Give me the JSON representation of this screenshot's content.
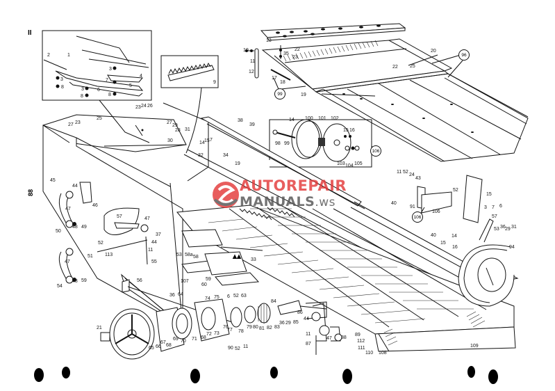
{
  "document": {
    "type": "exploded parts diagram",
    "side_marks": {
      "top_left": "II",
      "left_margin": "88"
    }
  },
  "watermark": {
    "line1": "AUTOREPAIR",
    "line2": "MANUALS",
    "suffix": ".ws",
    "colors": {
      "primary": "#e33a3a",
      "secondary": "#555555"
    }
  },
  "insets": [
    {
      "id": "inset-knife",
      "labels": [
        "1",
        "2",
        "3",
        "3",
        "3",
        "4",
        "5",
        "6",
        "7",
        "8",
        "8",
        "8"
      ]
    },
    {
      "id": "inset-comb",
      "labels": [
        "9"
      ]
    },
    {
      "id": "inset-hub",
      "labels": [
        "14",
        "100",
        "101",
        "102",
        "15",
        "16",
        "98",
        "99",
        "103",
        "104",
        "105"
      ],
      "circled": "106"
    }
  ],
  "callouts": {
    "circled": [
      "96",
      "99",
      "106",
      "106"
    ],
    "top_sieve": [
      "13",
      "22",
      "35",
      "23",
      "10",
      "11",
      "12",
      "17",
      "18",
      "19",
      "20",
      "22",
      "25"
    ],
    "left_chute": [
      "23",
      "24",
      "26",
      "27",
      "23",
      "25",
      "27",
      "29",
      "28",
      "30",
      "31",
      "45"
    ],
    "rails": [
      "38",
      "39",
      "14",
      "15",
      "7",
      "34",
      "32",
      "19"
    ],
    "left_brackets": [
      "44",
      "46",
      "47",
      "48",
      "49",
      "50",
      "47",
      "48",
      "59",
      "54",
      "57",
      "47",
      "37",
      "44",
      "52",
      "51",
      "113",
      "11",
      "55",
      "56"
    ],
    "center_parts": [
      "53",
      "58a",
      "58",
      "107",
      "59",
      "60",
      "33",
      "6",
      "52",
      "63"
    ],
    "right_bracket": [
      "11",
      "52",
      "24",
      "43",
      "52",
      "15",
      "3",
      "7",
      "6",
      "91",
      "106",
      "40",
      "40",
      "14",
      "15",
      "16",
      "57",
      "36",
      "29",
      "31",
      "53",
      "94"
    ],
    "drive_train": [
      "21",
      "36",
      "64",
      "74",
      "75",
      "65",
      "66",
      "67",
      "68",
      "69",
      "70",
      "71",
      "68",
      "72",
      "73",
      "76",
      "77",
      "78",
      "79",
      "80",
      "81",
      "82",
      "83",
      "84",
      "85",
      "86",
      "36",
      "29",
      "90",
      "52",
      "11",
      "44",
      "11",
      "87",
      "47",
      "88",
      "89",
      "112",
      "111",
      "110",
      "108",
      "109"
    ]
  },
  "page_punches": 9
}
